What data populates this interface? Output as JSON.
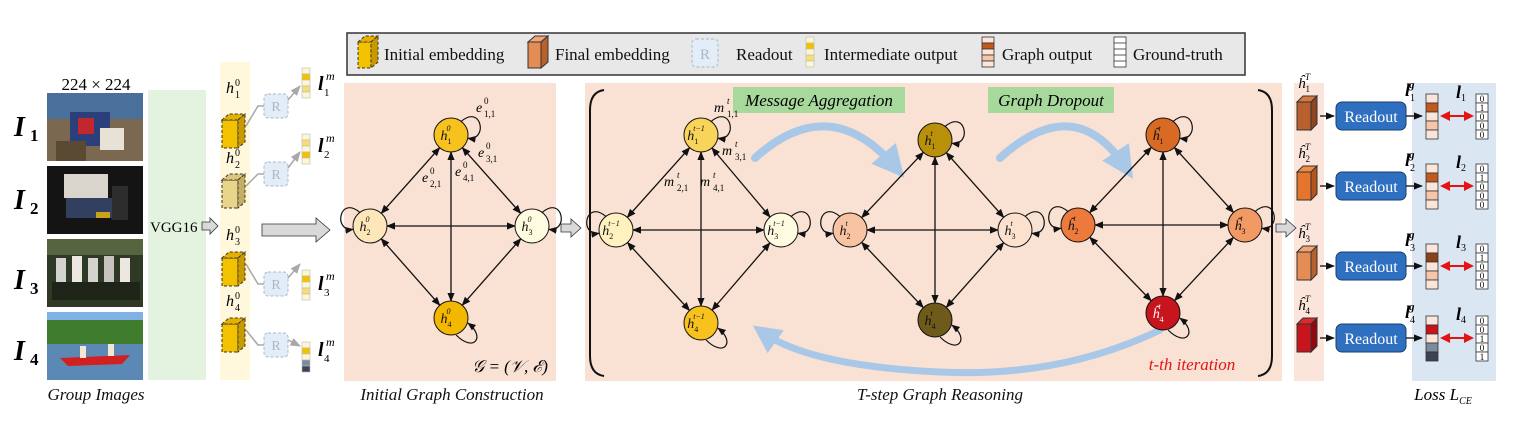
{
  "legend": {
    "initial_embedding": "Initial embedding",
    "final_embedding": "Final embedding",
    "readout_icon_letter": "R",
    "readout": "Readout",
    "intermediate_output": "Intermediate output",
    "graph_output": "Graph output",
    "ground_truth": "Ground-truth"
  },
  "images": {
    "size_label": "224 × 224",
    "labels": [
      {
        "letter": "I",
        "sub": "1"
      },
      {
        "letter": "I",
        "sub": "2"
      },
      {
        "letter": "I",
        "sub": "3"
      },
      {
        "letter": "I",
        "sub": "4"
      }
    ],
    "caption": "Group Images"
  },
  "backbone": {
    "label": "VGG16"
  },
  "initial_embeddings": [
    {
      "base": "h",
      "sub": "1",
      "sup": "0"
    },
    {
      "base": "h",
      "sub": "2",
      "sup": "0"
    },
    {
      "base": "h",
      "sub": "3",
      "sup": "0"
    },
    {
      "base": "h",
      "sub": "4",
      "sup": "0"
    }
  ],
  "intermediate_outputs": [
    {
      "base": "l",
      "sub": "1",
      "sup": "m"
    },
    {
      "base": "l",
      "sub": "2",
      "sup": "m"
    },
    {
      "base": "l",
      "sub": "3",
      "sup": "m"
    },
    {
      "base": "l",
      "sub": "4",
      "sup": "m"
    }
  ],
  "initial_graph": {
    "caption": "Initial Graph Construction",
    "formula": "𝒢 = (𝒱, ℰ)",
    "nodes": [
      {
        "base": "h",
        "sub": "1",
        "sup": "0"
      },
      {
        "base": "h",
        "sub": "2",
        "sup": "0"
      },
      {
        "base": "h",
        "sub": "3",
        "sup": "0"
      },
      {
        "base": "h",
        "sub": "4",
        "sup": "0"
      }
    ],
    "edges": [
      {
        "base": "e",
        "sub": "1,1",
        "sup": "0"
      },
      {
        "base": "e",
        "sub": "2,1",
        "sup": "0"
      },
      {
        "base": "e",
        "sub": "3,1",
        "sup": "0"
      },
      {
        "base": "e",
        "sub": "4,1",
        "sup": "0"
      }
    ]
  },
  "reasoning": {
    "caption": "T-step Graph Reasoning",
    "message_aggregation": "Message Aggregation",
    "graph_dropout": "Graph Dropout",
    "iteration_label": "t-th iteration",
    "graph_a_nodes": [
      {
        "base": "h",
        "sub": "1",
        "sup": "t−1"
      },
      {
        "base": "h",
        "sub": "2",
        "sup": "t−1"
      },
      {
        "base": "h",
        "sub": "3",
        "sup": "t−1"
      },
      {
        "base": "h",
        "sub": "4",
        "sup": "t−1"
      }
    ],
    "messages": [
      {
        "base": "m",
        "sub": "1,1",
        "sup": "t"
      },
      {
        "base": "m",
        "sub": "2,1",
        "sup": "t"
      },
      {
        "base": "m",
        "sub": "3,1",
        "sup": "t"
      },
      {
        "base": "m",
        "sub": "4,1",
        "sup": "t"
      }
    ],
    "graph_b_nodes": [
      {
        "base": "h",
        "sub": "1",
        "sup": "t"
      },
      {
        "base": "h",
        "sub": "2",
        "sup": "t"
      },
      {
        "base": "h",
        "sub": "3",
        "sup": "t"
      },
      {
        "base": "h",
        "sub": "4",
        "sup": "t"
      }
    ],
    "graph_c_nodes": [
      {
        "base": "ĥ",
        "sub": "1",
        "sup": "t"
      },
      {
        "base": "ĥ",
        "sub": "2",
        "sup": "t"
      },
      {
        "base": "ĥ",
        "sub": "3",
        "sup": "t"
      },
      {
        "base": "ĥ",
        "sub": "4",
        "sup": "t"
      }
    ]
  },
  "final_embeddings": [
    {
      "base": "ĥ",
      "sub": "1",
      "sup": "T"
    },
    {
      "base": "ĥ",
      "sub": "2",
      "sup": "T"
    },
    {
      "base": "ĥ",
      "sub": "3",
      "sup": "T"
    },
    {
      "base": "ĥ",
      "sub": "4",
      "sup": "T"
    }
  ],
  "readout_button": "Readout",
  "graph_outputs": [
    {
      "base": "l",
      "sub": "1",
      "sup": "g"
    },
    {
      "base": "l",
      "sub": "2",
      "sup": "g"
    },
    {
      "base": "l",
      "sub": "3",
      "sup": "g"
    },
    {
      "base": "l",
      "sub": "4",
      "sup": "g"
    }
  ],
  "ground_truth": [
    {
      "base": "l",
      "sub": "1",
      "values": [
        "0",
        "1",
        "0",
        "0",
        "0"
      ]
    },
    {
      "base": "l",
      "sub": "2",
      "values": [
        "0",
        "1",
        "0",
        "0",
        "0"
      ]
    },
    {
      "base": "l",
      "sub": "3",
      "values": [
        "0",
        "1",
        "0",
        "0",
        "0"
      ]
    },
    {
      "base": "l",
      "sub": "4",
      "values": [
        "0",
        "0",
        "1",
        "0",
        "1"
      ]
    }
  ],
  "loss": {
    "prefix": "Loss ",
    "base": "L",
    "sub": "CE"
  },
  "colors": {
    "initial_embedding": "#f2c200",
    "intermediate_bg": "#fff8dd",
    "backbone_bg": "#e3f3df",
    "graph_bg": "#f9e1d4",
    "readout_blue": "#2f6fc0",
    "green_label_bg": "#a7d99d",
    "red_arrow": "#e41414",
    "iteration_red": "#e41414",
    "loss_bg": "#dae7f3",
    "legend_bg": "#e8e8e8"
  }
}
